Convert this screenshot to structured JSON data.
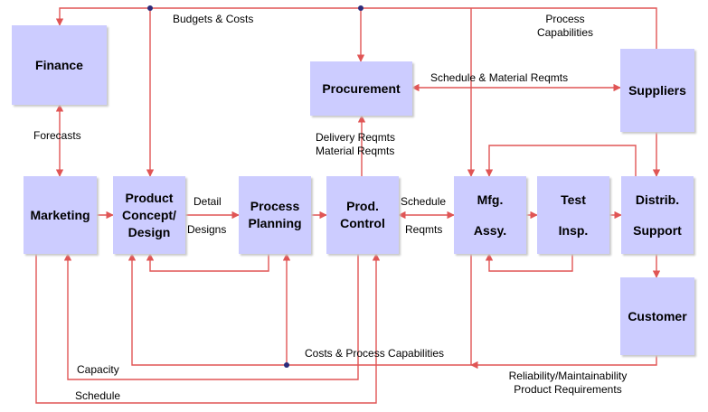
{
  "nodes": {
    "finance": "Finance",
    "procurement": "Procurement",
    "suppliers": "Suppliers",
    "marketing": "Marketing",
    "product_concept": "Product Concept/ Design",
    "product_concept_l1": "Product",
    "product_concept_l2": "Concept/",
    "product_concept_l3": "Design",
    "process_planning_l1": "Process",
    "process_planning_l2": "Planning",
    "prod_control_l1": "Prod.",
    "prod_control_l2": "Control",
    "mfg_assy_l1": "Mfg.",
    "mfg_assy_l2": "Assy.",
    "test_insp_l1": "Test",
    "test_insp_l2": "Insp.",
    "distrib_support_l1": "Distrib.",
    "distrib_support_l2": "Support",
    "customer": "Customer"
  },
  "labels": {
    "budgets_costs": "Budgets & Costs",
    "process_capabilities_l1": "Process",
    "process_capabilities_l2": "Capabilities",
    "schedule_material_reqmts": "Schedule & Material Reqmts",
    "forecasts": "Forecasts",
    "delivery_reqmts": "Delivery  Reqmts",
    "material_reqmts": "Material  Reqmts",
    "detail": "Detail",
    "designs": "Designs",
    "schedule_top": "Schedule",
    "reqmts": "Reqmts",
    "costs_process_capabilities": "Costs & Process Capabilities",
    "capacity": "Capacity",
    "schedule_bottom": "Schedule",
    "reliability_l1": "Reliability/Maintainability",
    "reliability_l2": "Product Requirements"
  },
  "colors": {
    "box_fill": "#ccccff",
    "line": "#e05555",
    "junction": "#2b2b7a"
  }
}
